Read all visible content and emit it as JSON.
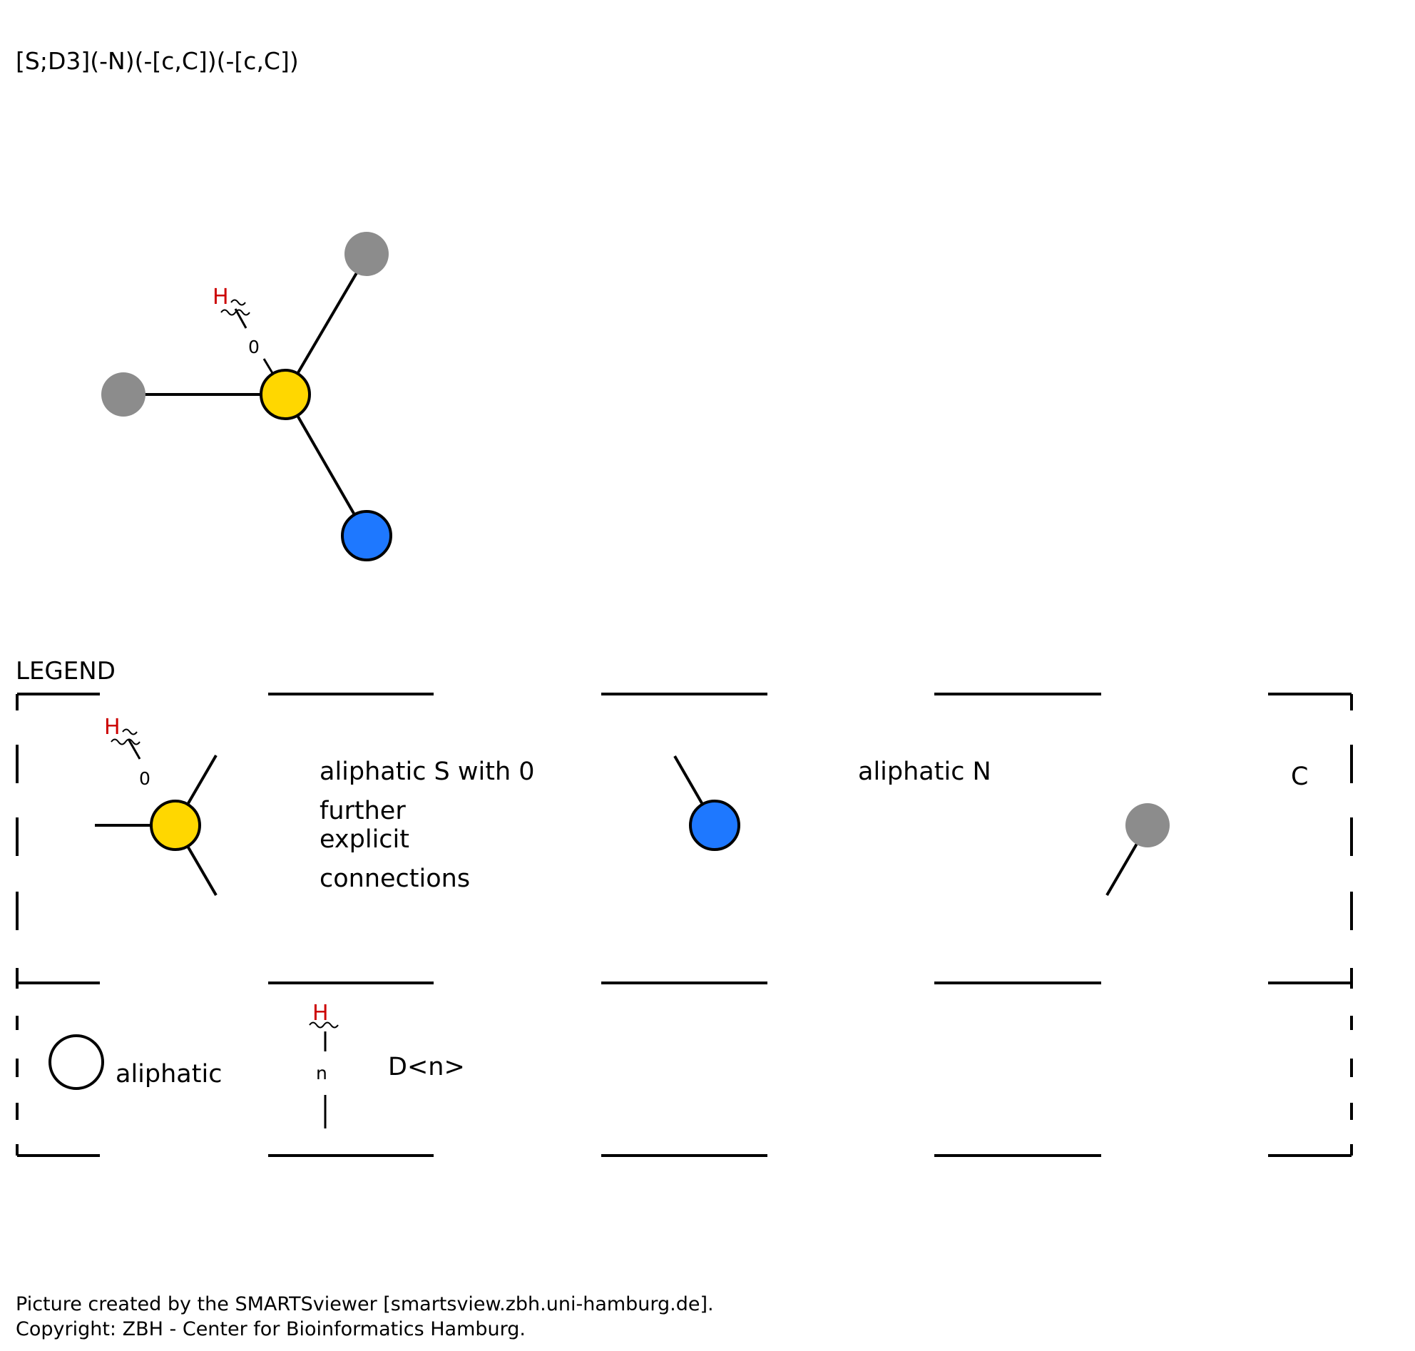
{
  "smarts": "[S;D3](-N)(-[c,C])(-[c,C])",
  "legend_title": "LEGEND",
  "legend": {
    "s_label_lines": [
      "aliphatic S with 0",
      "further",
      "explicit",
      "connections"
    ],
    "n_label": "aliphatic N",
    "c_label": "C",
    "aliphatic_label": "aliphatic",
    "degree_label": "D<n>"
  },
  "h_label": "H",
  "zero_label": "0",
  "n_label": "n",
  "footer": {
    "line1": "Picture created by the SMARTSviewer [smartsview.zbh.uni-hamburg.de].",
    "line2": "Copyright: ZBH - Center for Bioinformatics Hamburg."
  },
  "colors": {
    "sulfur": "#FFD700",
    "nitrogen": "#1E78FF",
    "carbon": "#8C8C8C",
    "hydrogen_label": "#CC0000",
    "line": "#000000"
  }
}
